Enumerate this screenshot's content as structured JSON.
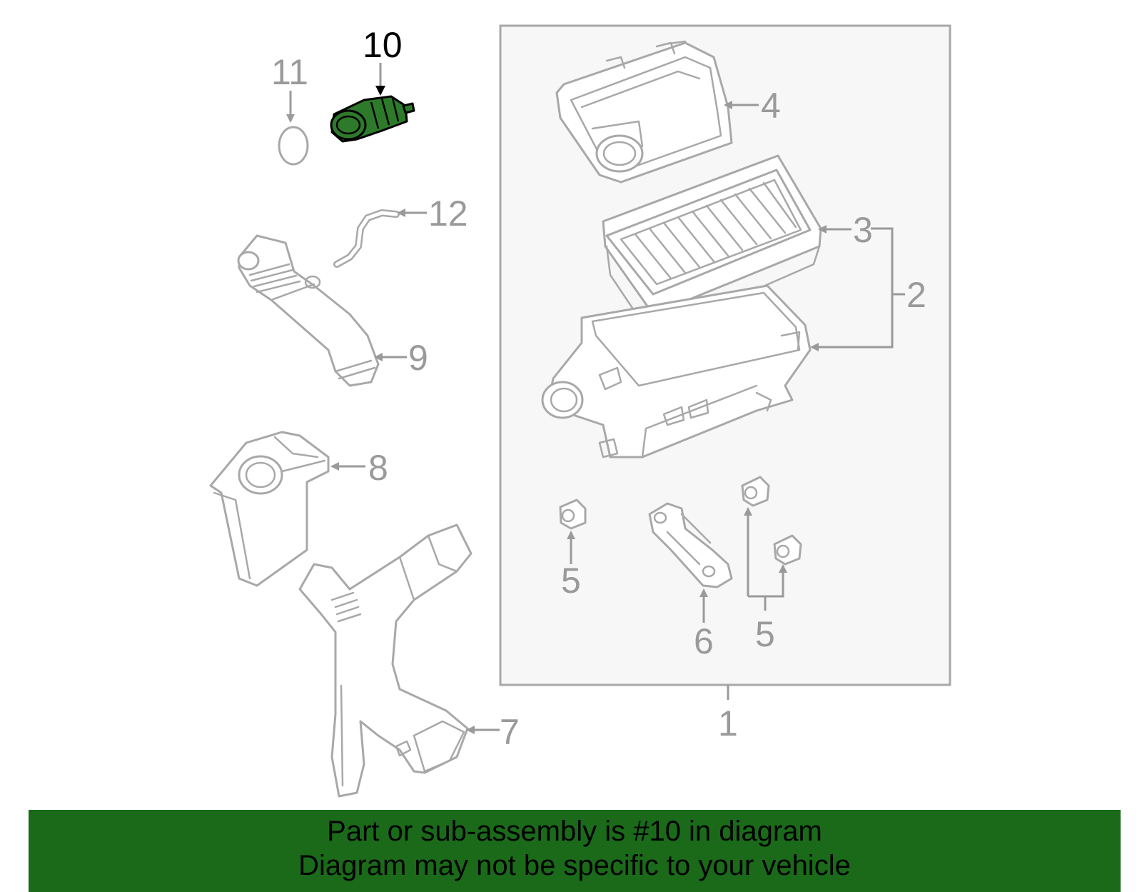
{
  "diagram": {
    "highlighted_part": "10",
    "colors": {
      "highlight_fill": "#2e7a2b",
      "part_stroke": "#a8a8a8",
      "banner_bg": "#1a6a1a"
    },
    "callouts": {
      "c1": "1",
      "c2": "2",
      "c3": "3",
      "c4": "4",
      "c5a": "5",
      "c5b": "5",
      "c6": "6",
      "c7": "7",
      "c8": "8",
      "c9": "9",
      "c10": "10",
      "c11": "11",
      "c12": "12"
    }
  },
  "banner": {
    "line1": "Part or sub-assembly is #10 in diagram",
    "line2": "Diagram may not be specific to your vehicle"
  }
}
